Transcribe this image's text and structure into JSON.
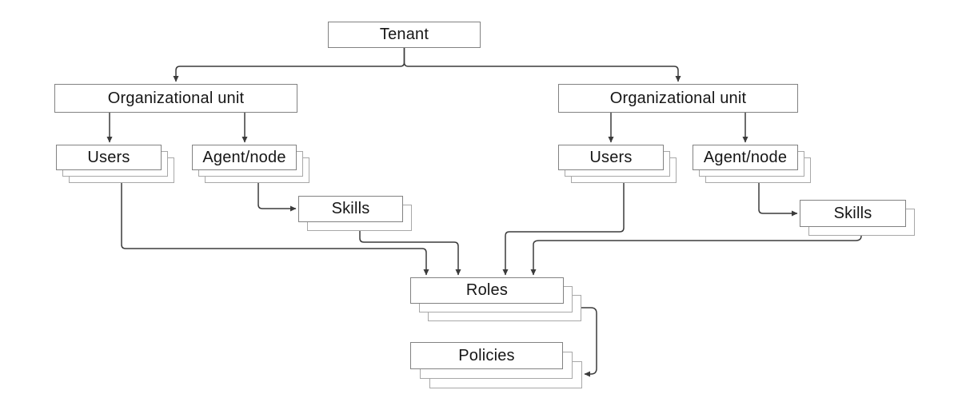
{
  "diagram": {
    "type": "hierarchy",
    "background": "#ffffff",
    "colors": {
      "box_fill": "#ffffff",
      "box_border": "#828282",
      "stack_shadow_border": "#a8a8a8",
      "connector": "#3b3b3b",
      "text": "#161616"
    },
    "nodes": {
      "tenant": {
        "label": "Tenant",
        "stack_count": 1
      },
      "ou_left": {
        "label": "Organizational unit",
        "stack_count": 1
      },
      "users_left": {
        "label": "Users",
        "stack_count": 3
      },
      "agent_left": {
        "label": "Agent/node",
        "stack_count": 3
      },
      "skills_left": {
        "label": "Skills",
        "stack_count": 2
      },
      "ou_right": {
        "label": "Organizational unit",
        "stack_count": 1
      },
      "users_right": {
        "label": "Users",
        "stack_count": 3
      },
      "agent_right": {
        "label": "Agent/node",
        "stack_count": 3
      },
      "skills_right": {
        "label": "Skills",
        "stack_count": 2
      },
      "roles": {
        "label": "Roles",
        "stack_count": 3
      },
      "policies": {
        "label": "Policies",
        "stack_count": 3
      }
    },
    "edges": [
      {
        "from": "tenant",
        "to": "ou_left"
      },
      {
        "from": "tenant",
        "to": "ou_right"
      },
      {
        "from": "ou_left",
        "to": "users_left"
      },
      {
        "from": "ou_left",
        "to": "agent_left"
      },
      {
        "from": "agent_left",
        "to": "skills_left"
      },
      {
        "from": "ou_right",
        "to": "users_right"
      },
      {
        "from": "ou_right",
        "to": "agent_right"
      },
      {
        "from": "agent_right",
        "to": "skills_right"
      },
      {
        "from": "users_left",
        "to": "roles"
      },
      {
        "from": "skills_left",
        "to": "roles"
      },
      {
        "from": "users_right",
        "to": "roles"
      },
      {
        "from": "skills_right",
        "to": "roles"
      },
      {
        "from": "roles",
        "to": "policies"
      }
    ]
  }
}
